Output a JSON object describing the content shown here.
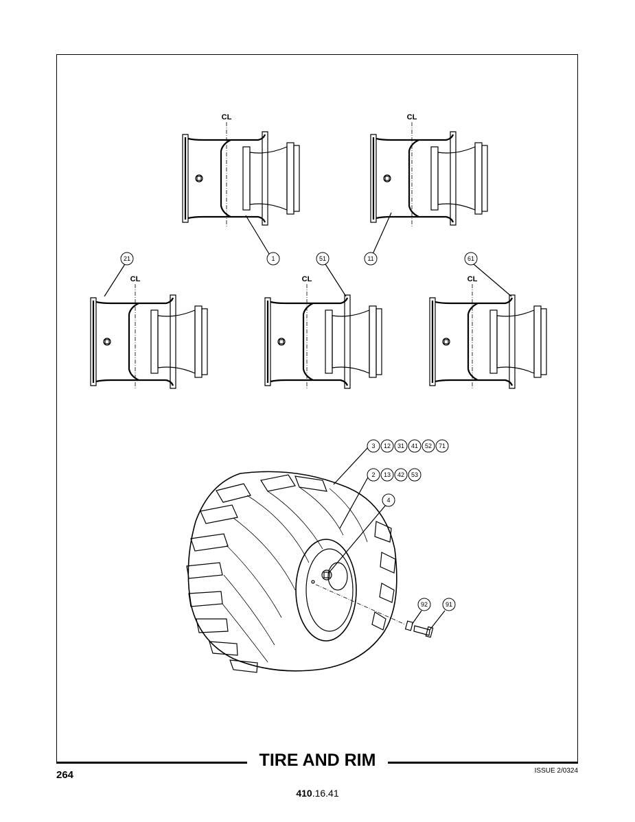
{
  "page": {
    "title": "TIRE AND RIM",
    "page_number": "264",
    "issue": "ISSUE 2/0324",
    "doc_code_bold": "410",
    "doc_code_rest": ".16.41"
  },
  "rims": [
    {
      "callout": "1",
      "cl": "CL"
    },
    {
      "callout": "11",
      "cl": "CL"
    },
    {
      "callout": "21",
      "cl": "CL"
    },
    {
      "callout": "51",
      "cl": "CL"
    },
    {
      "callout": "61",
      "cl": "CL"
    }
  ],
  "tire_callouts": {
    "row1": [
      "3",
      "12",
      "31",
      "41",
      "52",
      "71"
    ],
    "row2": [
      "2",
      "13",
      "42",
      "53"
    ],
    "wheel_part": "4",
    "nut": "92",
    "bolt": "91"
  }
}
